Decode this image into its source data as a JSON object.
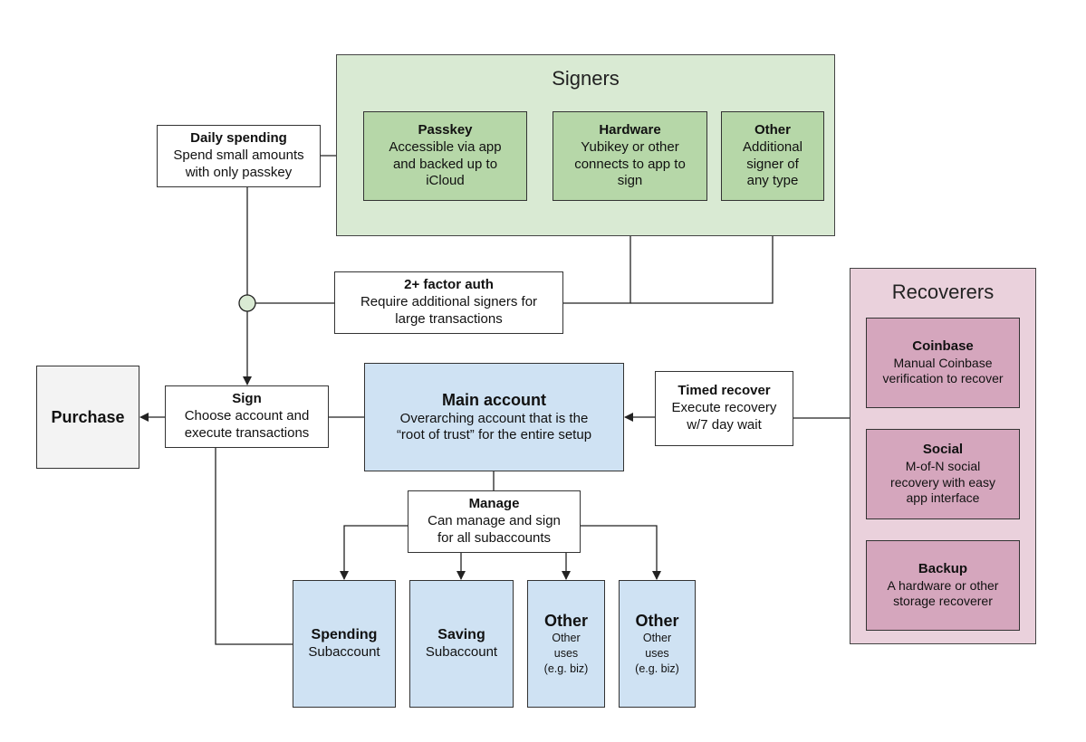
{
  "groups": {
    "signers": {
      "title": "Signers"
    },
    "recoverers": {
      "title": "Recoverers"
    }
  },
  "signers": {
    "passkey": {
      "title": "Passkey",
      "desc": "Accessible via app\nand backed up to\niCloud"
    },
    "hardware": {
      "title": "Hardware",
      "desc": "Yubikey or other\nconnects to app to\nsign"
    },
    "other": {
      "title": "Other",
      "desc": "Additional\nsigner of\nany type"
    }
  },
  "policies": {
    "daily": {
      "title": "Daily spending",
      "desc": "Spend small amounts\nwith only passkey"
    },
    "twofactor": {
      "title": "2+ factor auth",
      "desc": "Require additional signers for\nlarge transactions"
    },
    "sign": {
      "title": "Sign",
      "desc": "Choose account and\nexecute transactions"
    },
    "timed": {
      "title": "Timed recover",
      "desc": "Execute recovery\nw/7 day wait"
    },
    "manage": {
      "title": "Manage",
      "desc": "Can manage and sign\nfor all subaccounts"
    }
  },
  "purchase": {
    "title": "Purchase"
  },
  "main_account": {
    "title": "Main account",
    "desc": "Overarching account that is the\n“root of trust” for the entire setup"
  },
  "subaccounts": {
    "spending": {
      "title": "Spending",
      "desc": "Subaccount"
    },
    "saving": {
      "title": "Saving",
      "desc": "Subaccount"
    },
    "other1": {
      "title": "Other",
      "desc": "Other\nuses\n(e.g. biz)"
    },
    "other2": {
      "title": "Other",
      "desc": "Other\nuses\n(e.g. biz)"
    }
  },
  "recoverers": {
    "coinbase": {
      "title": "Coinbase",
      "desc": "Manual Coinbase\nverification to recover"
    },
    "social": {
      "title": "Social",
      "desc": "M-of-N social\nrecovery with easy\napp interface"
    },
    "backup": {
      "title": "Backup",
      "desc": "A hardware or other\nstorage recoverer"
    }
  },
  "colors": {
    "signer_group": "#d9ead3",
    "signer": "#b6d7a8",
    "account": "#cfe2f3",
    "recoverer_group": "#ead1dc",
    "recoverer": "#d5a6bd",
    "purchase": "#f3f3f3",
    "junction": "#d9ead3",
    "line": "#222222"
  }
}
